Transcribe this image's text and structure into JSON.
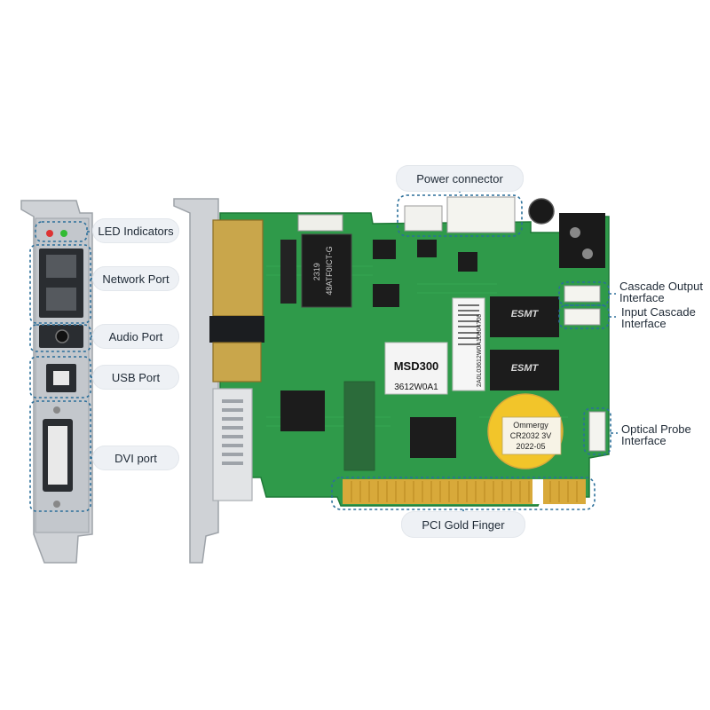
{
  "labels": {
    "led_indicators": "LED Indicators",
    "network_port": "Network Port",
    "audio_port": "Audio Port",
    "usb_port": "USB Port",
    "dvi_port": "DVI port",
    "power_connector": "Power connector",
    "cascade_output_line1": "Cascade Output",
    "cascade_output_line2": "Interface",
    "input_cascade_line1": "Input Cascade",
    "input_cascade_line2": "Interface",
    "optical_probe_line1": "Optical Probe",
    "optical_probe_line2": "Interface",
    "pci_gold_finger": "PCI Gold Finger"
  },
  "board": {
    "model": "MSD300",
    "serial": "3612W0A1",
    "barcode_text": "2A0L03612W0A10004706",
    "chip_main_line1": "2319",
    "chip_main_line2": "48ATF0ICT-G",
    "memory_brand": "ESMT",
    "battery_line1": "Ommergy",
    "battery_line2": "CR2032 3V",
    "battery_line3": "2022-05"
  },
  "colors": {
    "pcb": "#2f9a4a",
    "pcb_dark": "#1f7a38",
    "bracket": "#c9ccd0",
    "callout": "#2b6f9a",
    "pill_bg": "#eef1f5",
    "gold": "#d8a93a"
  }
}
